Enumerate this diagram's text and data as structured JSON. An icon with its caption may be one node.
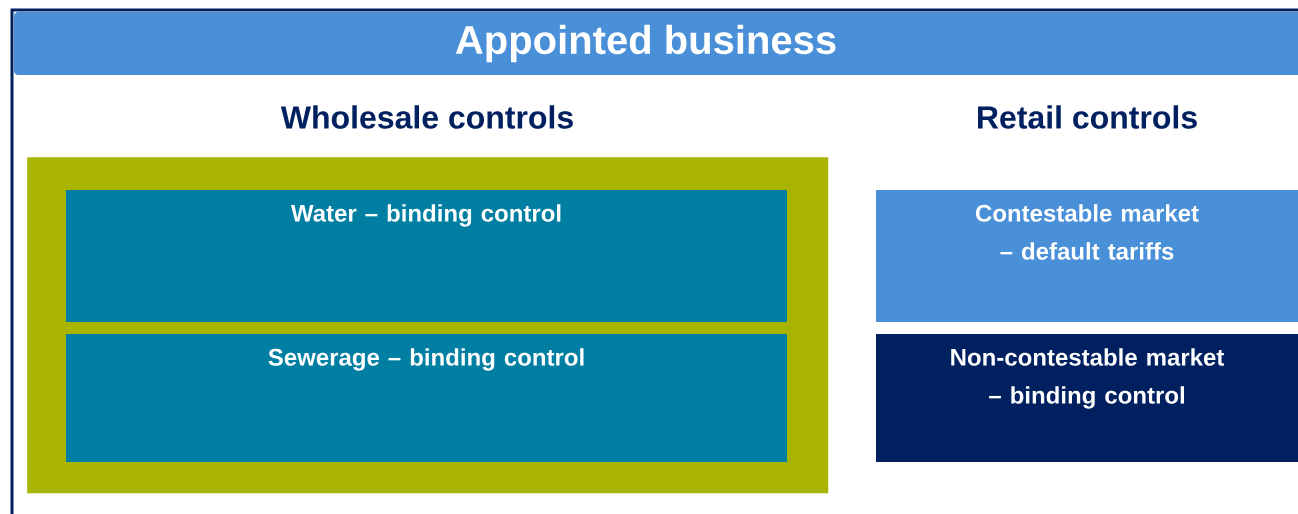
{
  "diagram": {
    "nodes": [
      {
        "text": [
          "Appointed business"
        ]
      },
      {
        "text": [
          "Wholesale controls"
        ]
      },
      {
        "text": [
          "Water – binding control"
        ],
        "in": 1
      },
      {
        "text": [
          "Sewerage – binding control"
        ],
        "in": 1
      },
      {
        "text": [
          "Contestable market – default tariffs"
        ]
      },
      {
        "text": [
          "Non-contestable market – binding control"
        ]
      }
    ],
    "labels": [
      "Retail controls"
    ]
  }
}
